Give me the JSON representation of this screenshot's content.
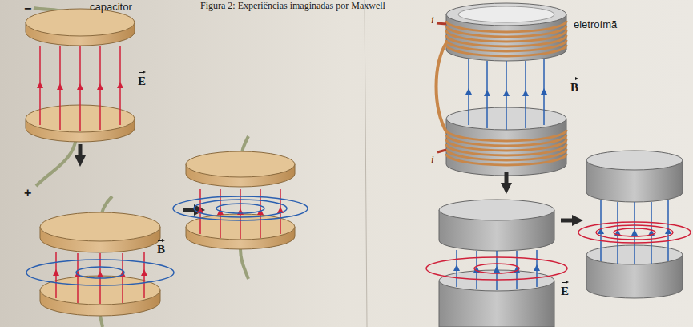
{
  "diagram": {
    "title": "Figura 2: Experiências imaginadas por Maxwell",
    "labels": [
      "−",
      "capacitor",
      "E",
      "+",
      "B",
      "i",
      "eletroímã",
      "B",
      "i",
      "E"
    ]
  }
}
